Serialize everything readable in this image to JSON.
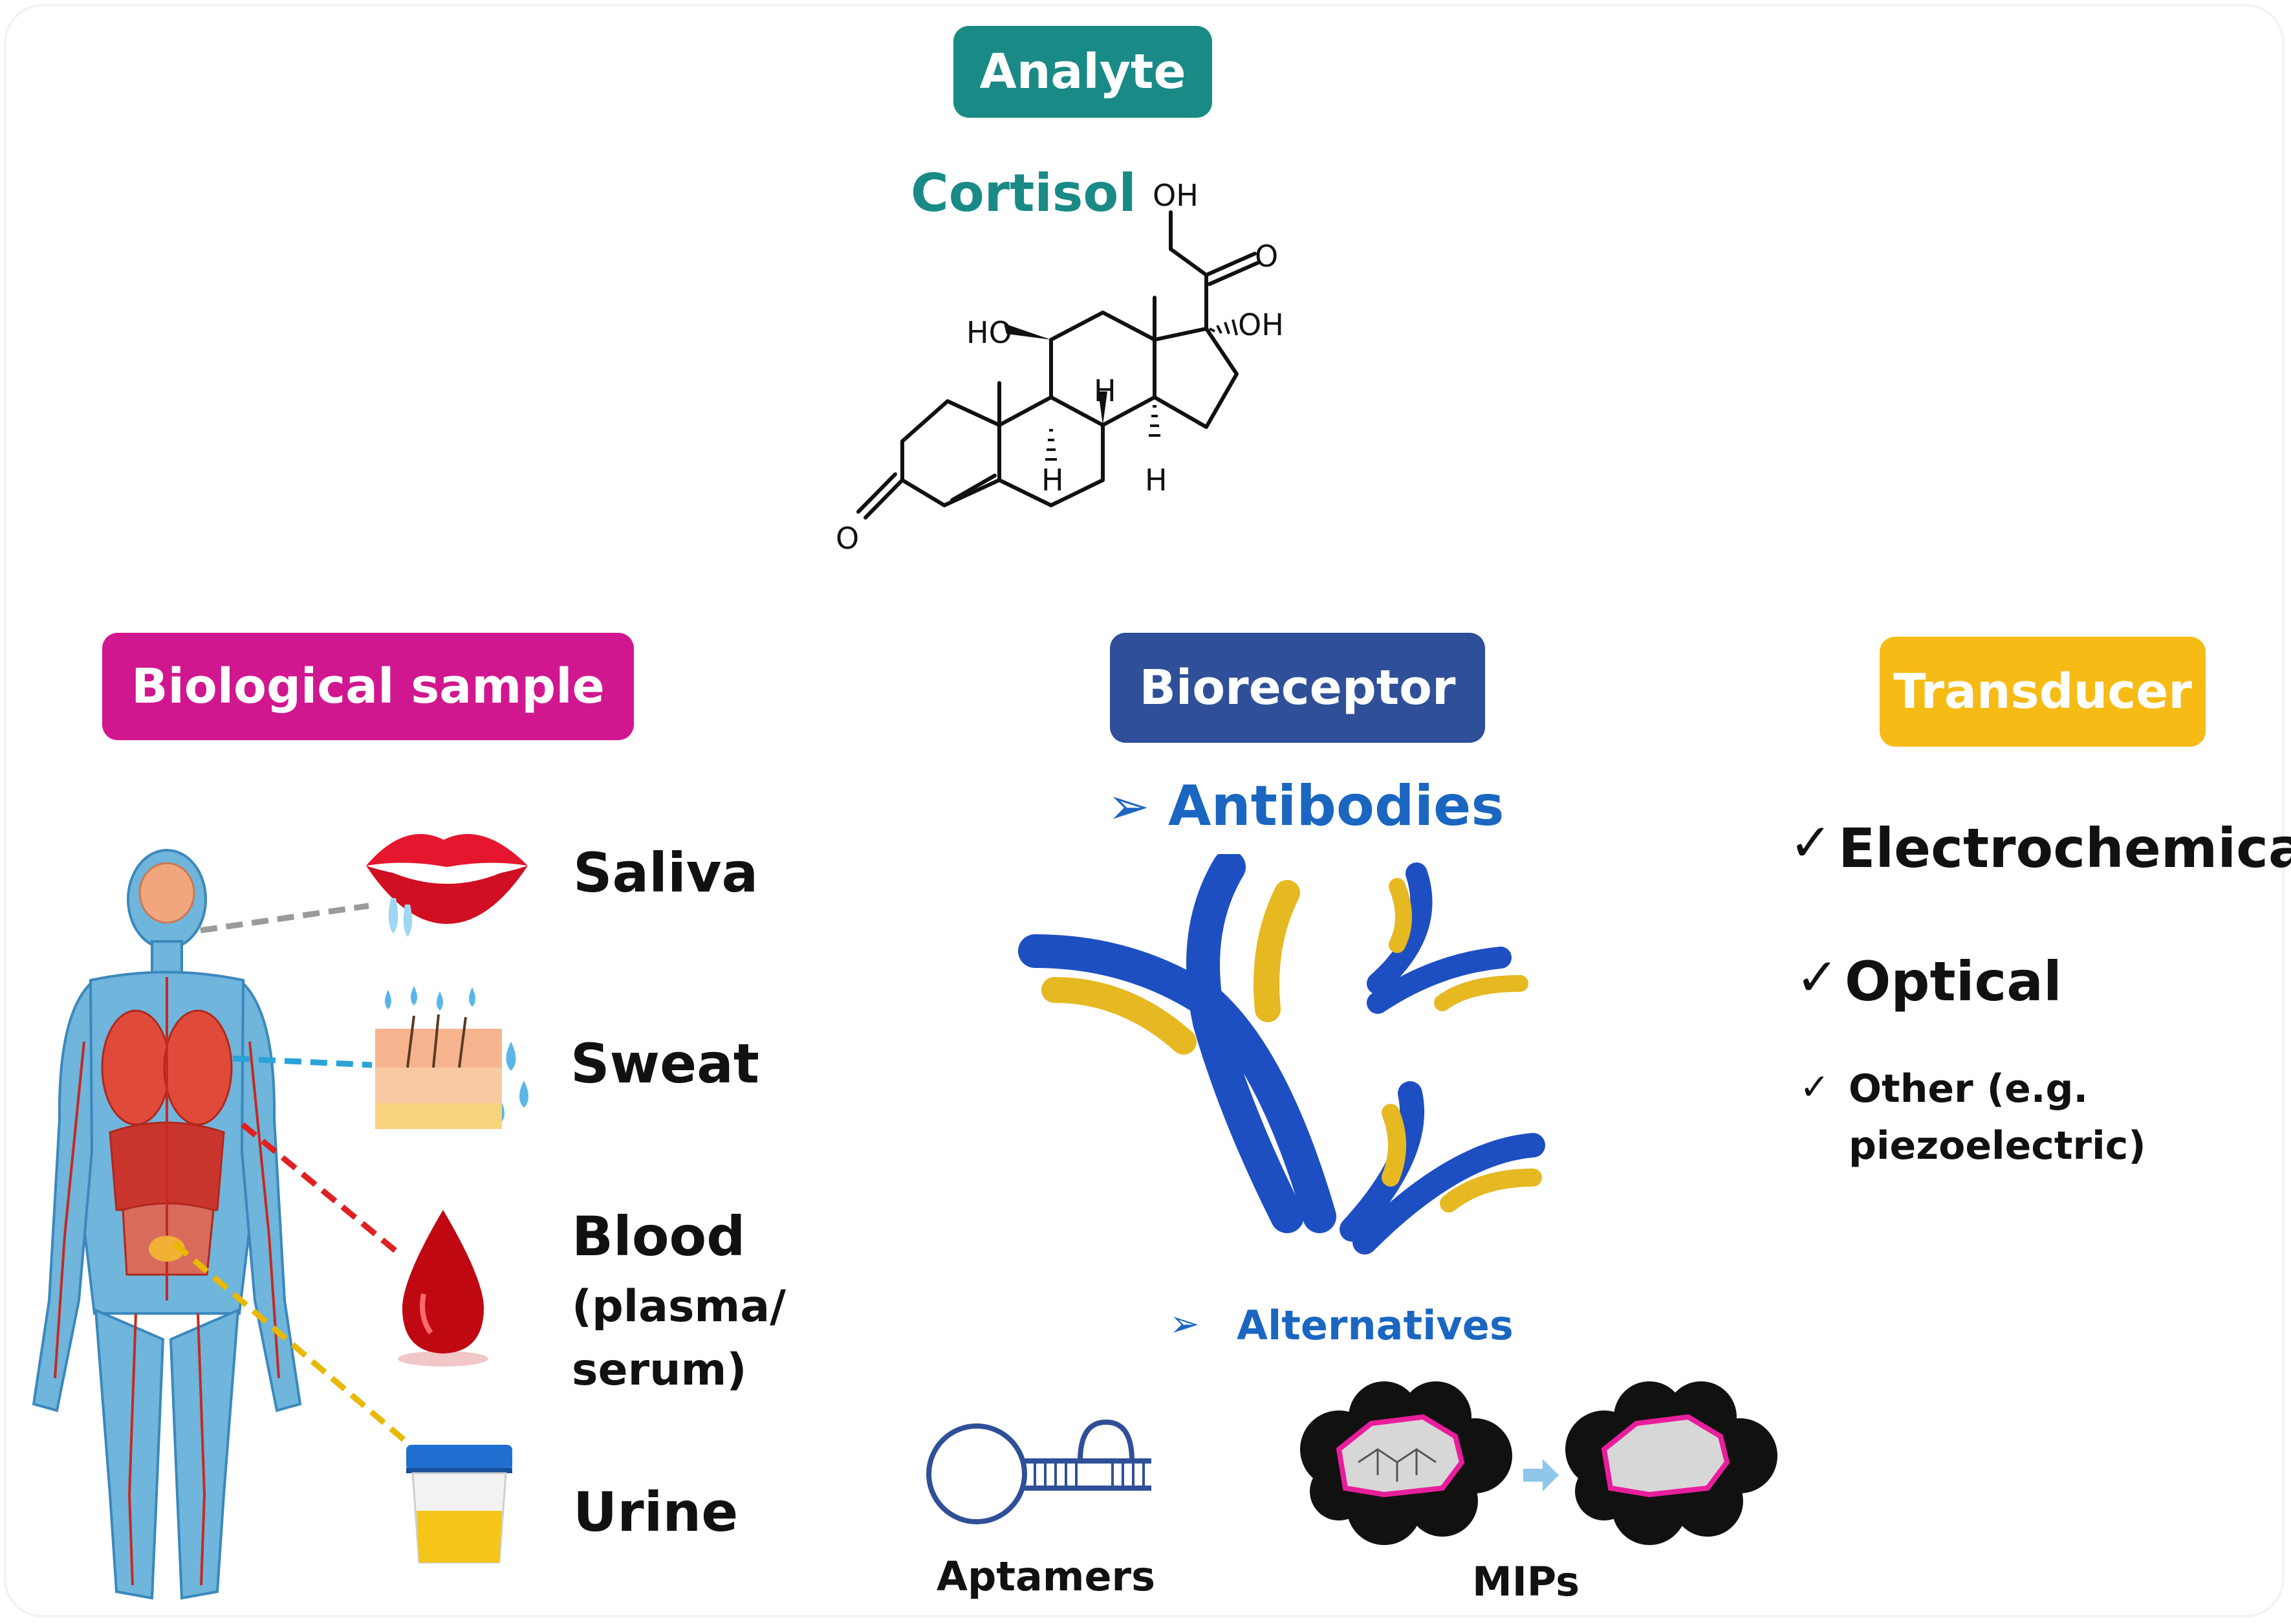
{
  "analyte": {
    "header": "Analyte",
    "name": "Cortisol",
    "atoms": {
      "oh_top": "OH",
      "o_ketone": "O",
      "oh_right": "OH",
      "ho_left": "HO",
      "h1": "H",
      "h2": "H",
      "h3": "H",
      "o_left": "O"
    }
  },
  "biological_sample": {
    "header": "Biological sample",
    "samples": [
      {
        "label": "Saliva",
        "icon": "lips-icon",
        "line_color": "#9a9a9a"
      },
      {
        "label": "Sweat",
        "icon": "skin-sweat-icon",
        "line_color": "#29a3d9"
      },
      {
        "label": "Blood",
        "sublabel_1": "(plasma/",
        "sublabel_2": "serum)",
        "icon": "blood-drop-icon",
        "line_color": "#e02020"
      },
      {
        "label": "Urine",
        "icon": "urine-cup-icon",
        "line_color": "#e9b800"
      }
    ]
  },
  "bioreceptor": {
    "header": "Bioreceptor",
    "primary": "Antibodies",
    "alternatives_label": "Alternatives",
    "alternatives": [
      {
        "label": "Aptamers",
        "icon": "aptamer-icon"
      },
      {
        "label": "MIPs",
        "icon": "mip-icon"
      }
    ]
  },
  "transducer": {
    "header": "Transducer",
    "options": [
      {
        "check": "✓",
        "label": "Electrochemical"
      },
      {
        "check": "✓",
        "label": "Optical"
      },
      {
        "check": "✓",
        "label_1": "Other (e.g.",
        "label_2": "piezoelectric)"
      }
    ]
  },
  "colors": {
    "analyte": "#198a86",
    "biological_sample": "#d1178f",
    "bioreceptor": "#2f4f98",
    "transducer": "#f7bb16",
    "antibody_text": "#1a66c0"
  }
}
